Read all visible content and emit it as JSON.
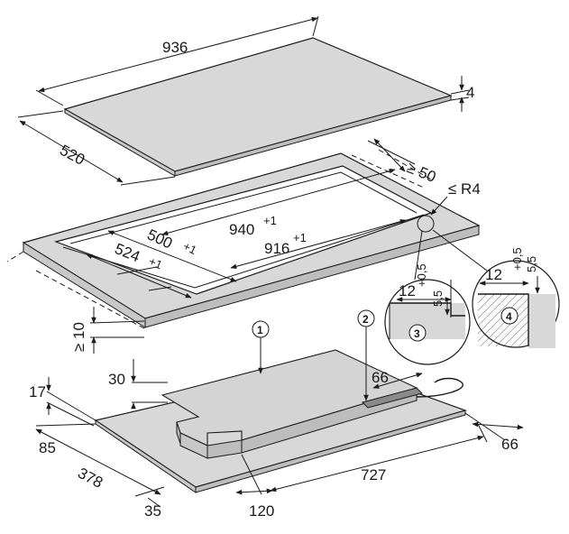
{
  "dimensions": {
    "hob_length": "936",
    "hob_depth": "520",
    "hob_thickness": "4",
    "clearance_back": "≥ 50",
    "corner_radius": "≤ R4",
    "cutout_width": "940",
    "cutout_width_tol": "+1",
    "cutout_inner_width": "916",
    "cutout_inner_width_tol": "+1",
    "cutout_depth": "500",
    "cutout_depth_tol": "+1",
    "cutout_inner_depth": "524",
    "cutout_inner_depth_tol": "+1",
    "clearance_front": "≥ 10",
    "unit_height": "17",
    "housing_height": "30",
    "cable_offset": "66",
    "side_offset": "66",
    "front_offset": "85",
    "housing_depth": "378",
    "front_frame": "35",
    "housing_front": "120",
    "housing_width": "727"
  },
  "detail3": {
    "width": "12",
    "height": "5,5",
    "tol": "+0,5",
    "marker": "3"
  },
  "detail4": {
    "width": "12",
    "height": "5,5",
    "tol": "+0,5",
    "marker": "4"
  },
  "callouts": {
    "c1": "1",
    "c2": "2"
  }
}
